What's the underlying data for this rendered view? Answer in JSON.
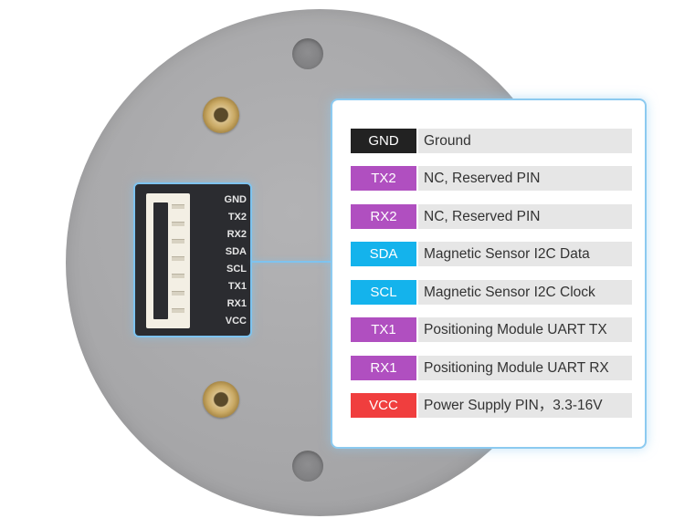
{
  "connector": {
    "labels": [
      "GND",
      "TX2",
      "RX2",
      "SDA",
      "SCL",
      "TX1",
      "RX1",
      "VCC"
    ]
  },
  "legend": {
    "rows": [
      {
        "pin": "GND",
        "description": "Ground",
        "color": "#222222"
      },
      {
        "pin": "TX2",
        "description": "NC, Reserved PIN",
        "color": "#b04fc0"
      },
      {
        "pin": "RX2",
        "description": "NC, Reserved PIN",
        "color": "#b04fc0"
      },
      {
        "pin": "SDA",
        "description": "Magnetic Sensor I2C Data",
        "color": "#14b3ec"
      },
      {
        "pin": "SCL",
        "description": "Magnetic Sensor I2C Clock",
        "color": "#14b3ec"
      },
      {
        "pin": "TX1",
        "description": "Positioning Module UART TX",
        "color": "#b04fc0"
      },
      {
        "pin": "RX1",
        "description": "Positioning Module UART RX",
        "color": "#b04fc0"
      },
      {
        "pin": "VCC",
        "description": "Power Supply PIN，3.3-16V",
        "color": "#f03e3e"
      }
    ]
  }
}
